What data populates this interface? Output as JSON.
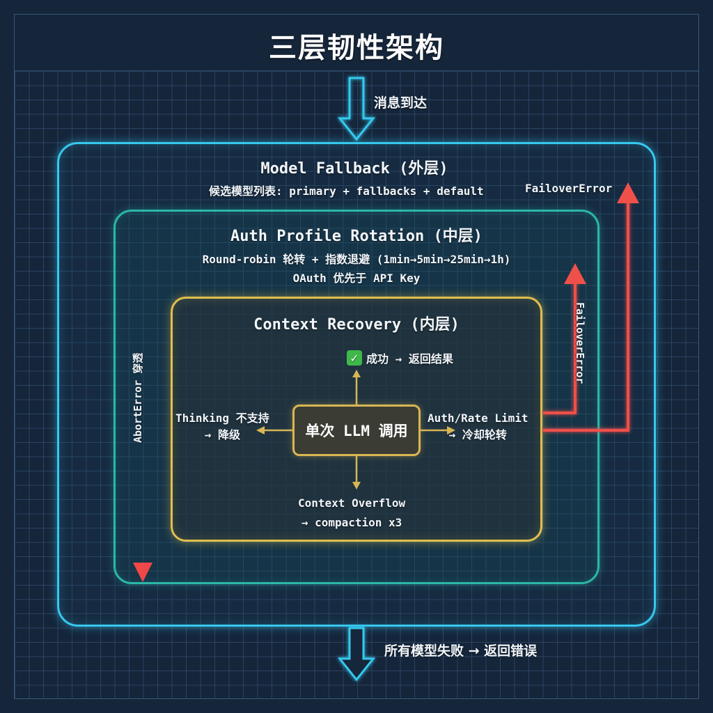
{
  "title": "三层韧性架构",
  "entry": {
    "label": "消息到达",
    "icon": "down-arrow-icon"
  },
  "exit": {
    "label": "所有模型失败 → 返回错误",
    "icon": "down-arrow-icon"
  },
  "layers": {
    "outer": {
      "title": "Model Fallback (外层)",
      "subtitle": "候选模型列表: primary + fallbacks + default",
      "error_label": "FailoverError",
      "color": "#36c9ef"
    },
    "middle": {
      "title": "Auth Profile Rotation (中层)",
      "lines": [
        "Round-robin 轮转 + 指数退避 (1min→5min→25min→1h)",
        "OAuth 优先于 API Key"
      ],
      "error_label": "FailoverError",
      "color": "#2bb8a8"
    },
    "inner": {
      "title": "Context Recovery (内层)",
      "color": "#e2c04c",
      "core": "单次 LLM 调用",
      "branches": {
        "up": {
          "icon": "check-mark-icon",
          "check": "✓",
          "label": "成功 → 返回结果"
        },
        "left": {
          "line1": "Thinking 不支持",
          "line2": "→ 降级"
        },
        "right": {
          "line1": "Auth/Rate Limit",
          "line2": "→ 冷却轮转"
        },
        "down": {
          "line1": "Context Overflow",
          "line2": "→ compaction x3"
        }
      }
    }
  },
  "abort": {
    "label": "AbortError 穿透",
    "color": "#f04848"
  },
  "error_color": "#f0504a"
}
